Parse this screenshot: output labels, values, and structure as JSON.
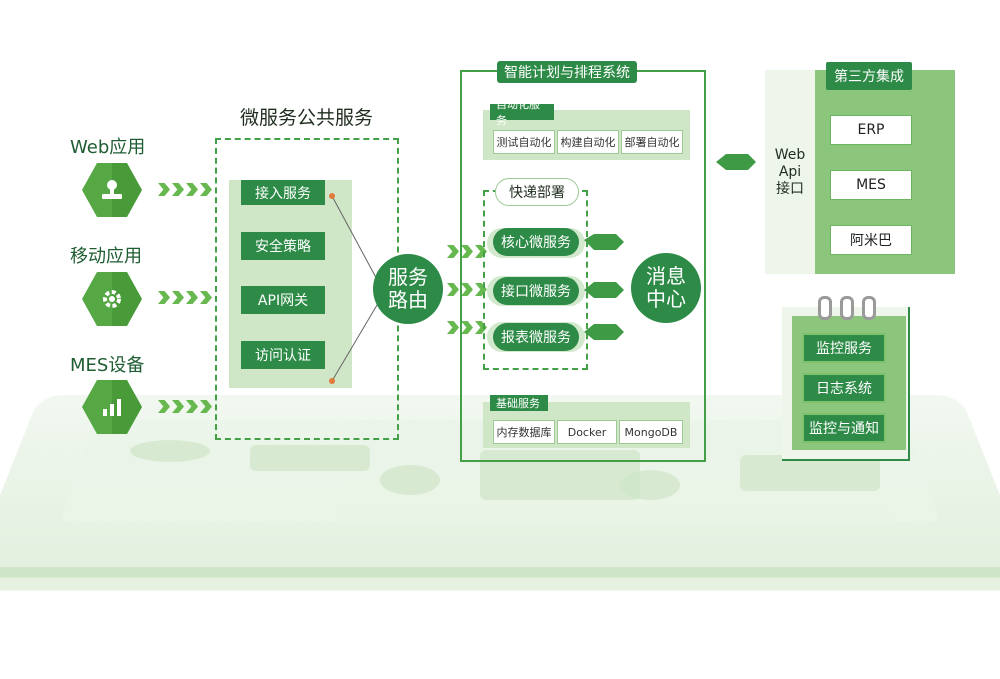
{
  "clients": {
    "items": [
      {
        "label": "Web应用",
        "icon": "stamp-icon"
      },
      {
        "label": "移动应用",
        "icon": "gear-icon"
      },
      {
        "label": "MES设备",
        "icon": "signal-bars-icon"
      }
    ]
  },
  "public_services": {
    "title": "微服务公共服务",
    "items": [
      "接入服务",
      "安全策略",
      "API网关",
      "访问认证"
    ]
  },
  "router": {
    "line1": "服务",
    "line2": "路由"
  },
  "system": {
    "title": "智能计划与排程系统",
    "automation": {
      "label": "自动化服务",
      "items": [
        "测试自动化",
        "构建自动化",
        "部署自动化"
      ]
    },
    "deploy_label": "快递部署",
    "micro": [
      "核心微服务",
      "接口微服务",
      "报表微服务"
    ],
    "message": {
      "line1": "消息",
      "line2": "中心"
    },
    "base": {
      "label": "基础服务",
      "items": [
        "内存数据库",
        "Docker",
        "MongoDB"
      ]
    }
  },
  "webapi": {
    "line1": "Web",
    "line2": "Api",
    "line3": "接口"
  },
  "third_party": {
    "title": "第三方集成",
    "items": [
      "ERP",
      "MES",
      "阿米巴"
    ]
  },
  "monitor": {
    "items": [
      "监控服务",
      "日志系统",
      "监控与通知"
    ]
  },
  "colors": {
    "primary": "#2e8b47",
    "light": "#cfe6c7",
    "accent": "#55a844"
  }
}
